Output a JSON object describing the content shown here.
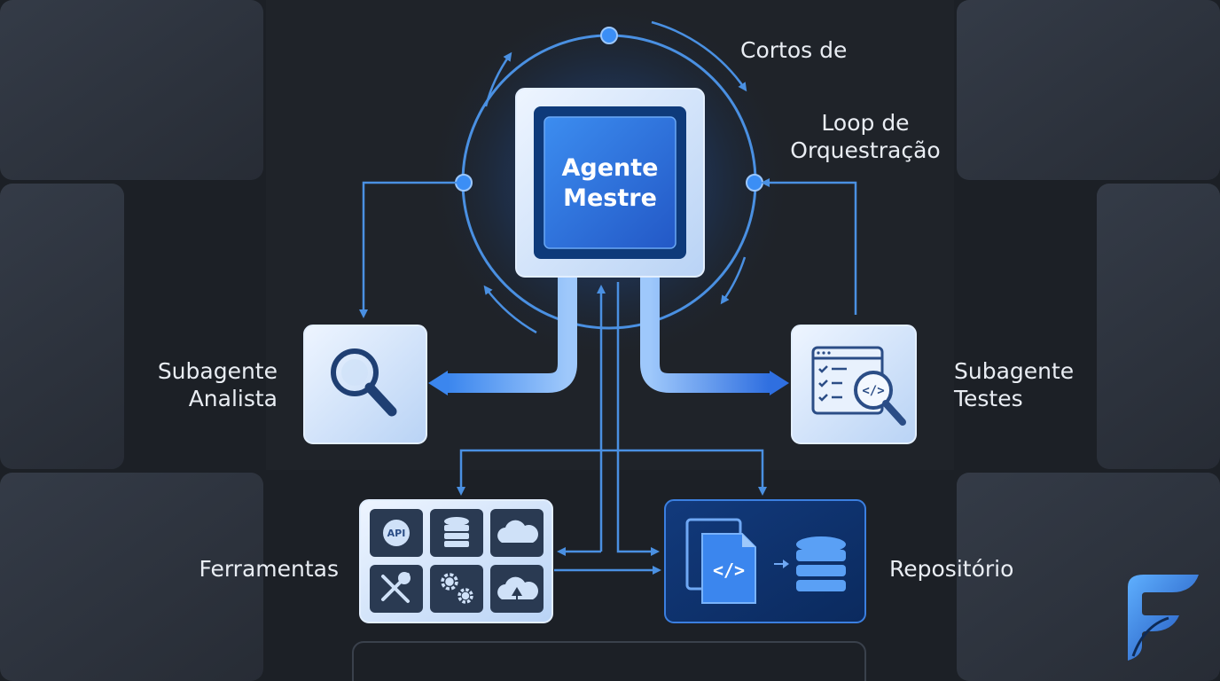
{
  "labels": {
    "cortos_de": "Cortos de",
    "loop_line1": "Loop de",
    "loop_line2": "Orquestração",
    "analista_line1": "Subagente",
    "analista_line2": "Analista",
    "testes_line1": "Subagente",
    "testes_line2": "Testes",
    "ferramentas": "Ferramentas",
    "repositorio": "Repositório"
  },
  "master_node": {
    "line1": "Agente",
    "line2": "Mestre"
  },
  "tool_chip_api": "API",
  "icons": {
    "analista": "magnifier-icon",
    "testes": "checklist-code-search-icon",
    "ferramentas": [
      "api-gear-icon",
      "database-icon",
      "cloud-icon",
      "tools-icon",
      "gears-icon",
      "cloud-tree-icon"
    ],
    "repositorio": [
      "code-file-icon",
      "arrow-right-icon",
      "database-icon"
    ],
    "logo": "f-logo-icon"
  },
  "colors": {
    "accent": "#3b8ef5",
    "line": "#4a90e2",
    "node_light": "#d6e6fb",
    "node_dark": "#0e3a7a",
    "background": "#1c2026"
  }
}
